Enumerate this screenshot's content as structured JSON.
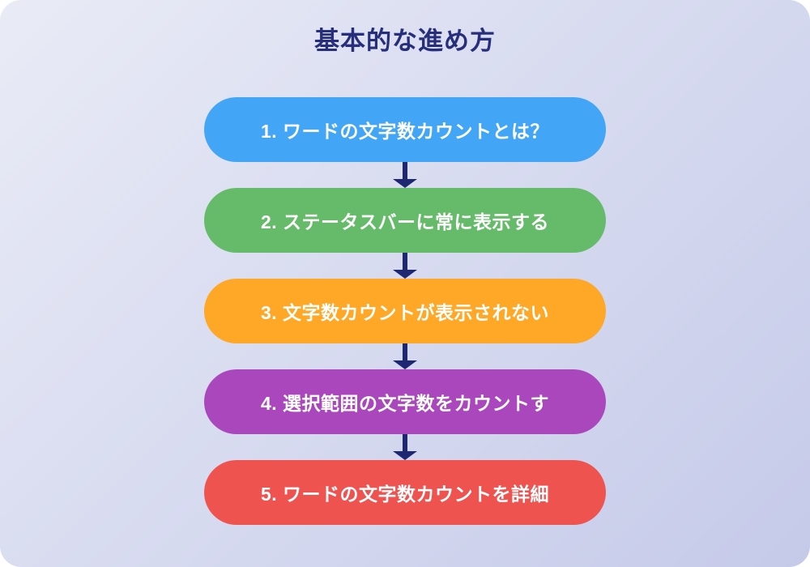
{
  "title": "基本的な進め方",
  "flow": {
    "steps": [
      {
        "label": "1. ワードの文字数カウントとは？",
        "color": "#42A5F5"
      },
      {
        "label": "2. ステータスバーに常に表示する",
        "color": "#66BB6A"
      },
      {
        "label": "3. 文字数カウントが表示されない",
        "color": "#FFA726"
      },
      {
        "label": "4. 選択範囲の文字数をカウントす",
        "color": "#AB47BC"
      },
      {
        "label": "5. ワードの文字数カウントを詳細",
        "color": "#EF5350"
      }
    ]
  },
  "colors": {
    "background_start": "#E9EBF6",
    "background_end": "#C5CAE9",
    "title": "#272F7D",
    "arrow": "#1E2772"
  }
}
